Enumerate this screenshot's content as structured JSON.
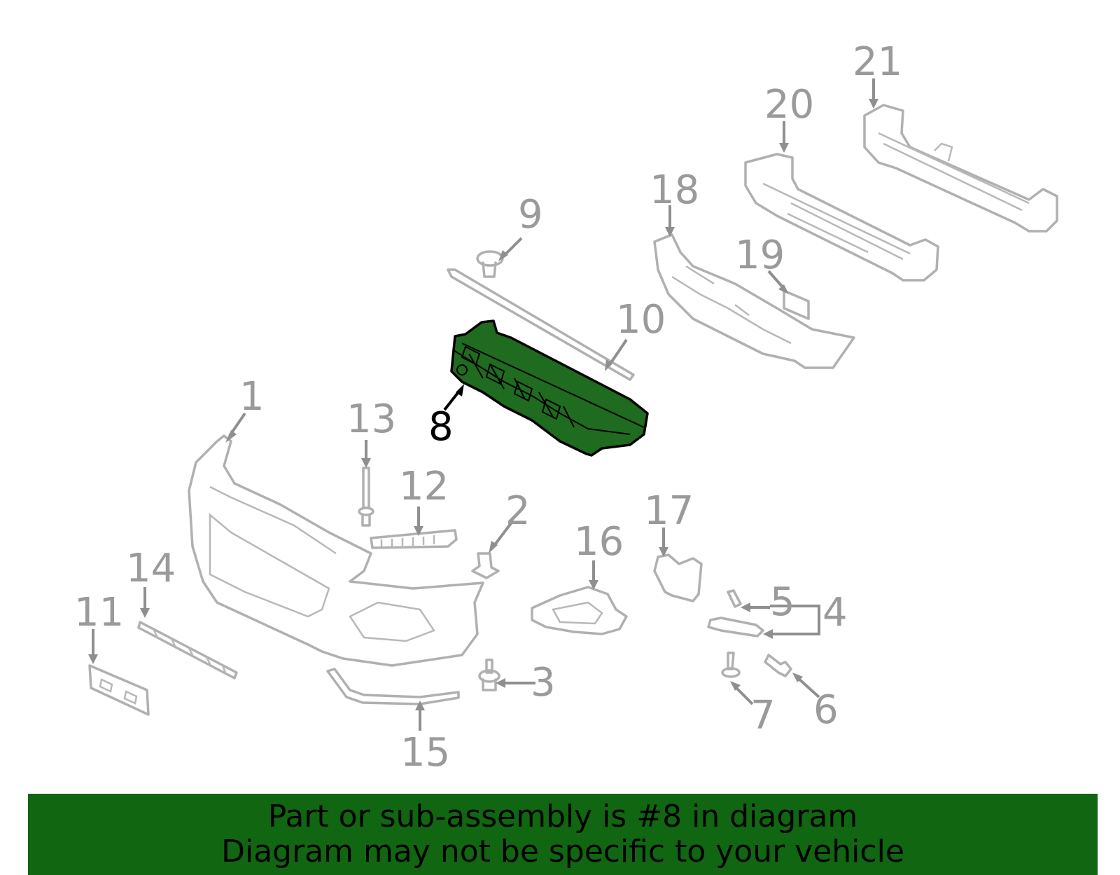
{
  "callouts": {
    "c1": "1",
    "c2": "2",
    "c3": "3",
    "c4": "4",
    "c5": "5",
    "c6": "6",
    "c7": "7",
    "c8": "8",
    "c9": "9",
    "c10": "10",
    "c11": "11",
    "c12": "12",
    "c13": "13",
    "c14": "14",
    "c15": "15",
    "c16": "16",
    "c17": "17",
    "c18": "18",
    "c19": "19",
    "c20": "20",
    "c21": "21"
  },
  "highlighted_part": "8",
  "colors": {
    "highlight_fill": "#1f6b1f",
    "banner_bg": "#116611",
    "part_stroke": "#b0b0b0",
    "callout_text": "#9a9a9a"
  },
  "banner": {
    "line1": "Part or sub-assembly is #8 in diagram",
    "line2": "Diagram may not be specific to your vehicle"
  }
}
